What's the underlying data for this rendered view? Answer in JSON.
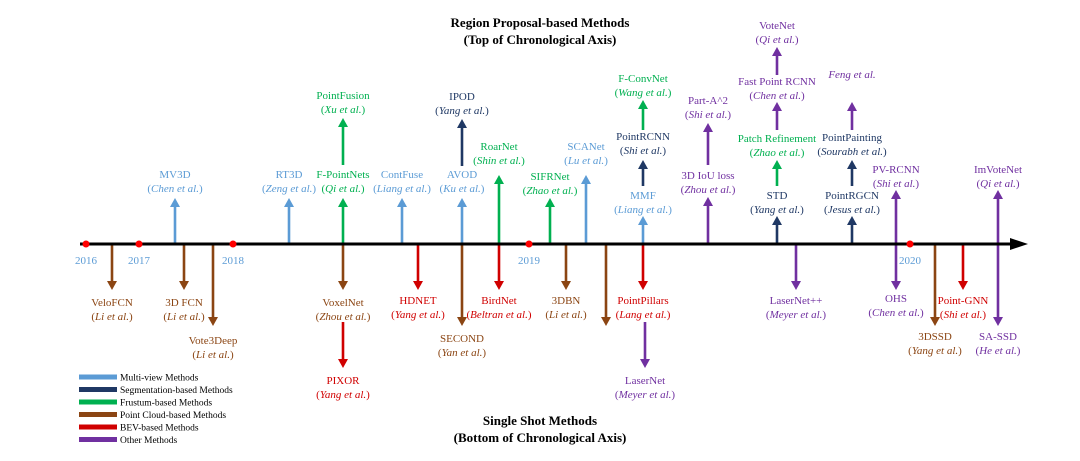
{
  "titles": {
    "top_line1": "Region Proposal-based Methods",
    "top_line2": "(Top of Chronological Axis)",
    "bottom_line1": "Single Shot Methods",
    "bottom_line2": "(Bottom of Chronological Axis)"
  },
  "years": [
    "2016",
    "2017",
    "2018",
    "2019",
    "2020"
  ],
  "colors": {
    "multiview": "#5b9bd5",
    "segmentation": "#1f3864",
    "frustum": "#00b050",
    "pointcloud": "#8b4513",
    "bev": "#d00000",
    "other": "#7030a0",
    "axis": "#000000",
    "year_dot": "#ff0000"
  },
  "legend": [
    {
      "label": "Multi-view Methods",
      "category": "multiview"
    },
    {
      "label": "Segmentation-based Methods",
      "category": "segmentation"
    },
    {
      "label": "Frustum-based Methods",
      "category": "frustum"
    },
    {
      "label": "Point Cloud-based Methods",
      "category": "pointcloud"
    },
    {
      "label": "BEV-based Methods",
      "category": "bev"
    },
    {
      "label": "Other Methods",
      "category": "other"
    }
  ],
  "methods": [
    {
      "name": "MV3D",
      "author": "Chen et al.",
      "category": "multiview"
    },
    {
      "name": "RT3D",
      "author": "Zeng et al.",
      "category": "multiview"
    },
    {
      "name": "F-PointNets",
      "author": "Qi et al.",
      "category": "frustum"
    },
    {
      "name": "PointFusion",
      "author": "Xu et al.",
      "category": "frustum"
    },
    {
      "name": "ContFuse",
      "author": "Liang et al.",
      "category": "multiview"
    },
    {
      "name": "AVOD",
      "author": "Ku et al.",
      "category": "multiview"
    },
    {
      "name": "IPOD",
      "author": "Yang et al.",
      "category": "segmentation"
    },
    {
      "name": "RoarNet",
      "author": "Shin et al.",
      "category": "frustum"
    },
    {
      "name": "SIFRNet",
      "author": "Zhao et al.",
      "category": "frustum"
    },
    {
      "name": "SCANet",
      "author": "Lu et al.",
      "category": "multiview"
    },
    {
      "name": "MMF",
      "author": "Liang et al.",
      "category": "multiview"
    },
    {
      "name": "PointRCNN",
      "author": "Shi et al.",
      "category": "segmentation"
    },
    {
      "name": "F-ConvNet",
      "author": "Wang et al.",
      "category": "frustum"
    },
    {
      "name": "3D IoU loss",
      "author": "Zhou et al.",
      "category": "other"
    },
    {
      "name": "Part-A^2",
      "author": "Shi et al.",
      "category": "other"
    },
    {
      "name": "STD",
      "author": "Yang et al.",
      "category": "segmentation"
    },
    {
      "name": "Patch Refinement",
      "author": "Zhao et al.",
      "category": "frustum"
    },
    {
      "name": "Fast Point RCNN",
      "author": "Chen et al.",
      "category": "other"
    },
    {
      "name": "VoteNet",
      "author": "Qi et al.",
      "category": "other"
    },
    {
      "name": "PointRGCN",
      "author": "Jesus et al.",
      "category": "segmentation"
    },
    {
      "name": "PointPainting",
      "author": "Sourabh et al.",
      "category": "segmentation"
    },
    {
      "name": "",
      "author": "Feng et al.",
      "category": "other"
    },
    {
      "name": "PV-RCNN",
      "author": "Shi et al.",
      "category": "other"
    },
    {
      "name": "ImVoteNet",
      "author": "Qi et al.",
      "category": "other"
    },
    {
      "name": "VeloFCN",
      "author": "Li et al.",
      "category": "pointcloud"
    },
    {
      "name": "3D FCN",
      "author": "Li et al.",
      "category": "pointcloud"
    },
    {
      "name": "Vote3Deep",
      "author": "Li et al.",
      "category": "pointcloud"
    },
    {
      "name": "VoxelNet",
      "author": "Zhou et al.",
      "category": "pointcloud"
    },
    {
      "name": "PIXOR",
      "author": "Yang et al.",
      "category": "bev"
    },
    {
      "name": "HDNET",
      "author": "Yang et al.",
      "category": "bev"
    },
    {
      "name": "SECOND",
      "author": "Yan et al.",
      "category": "pointcloud"
    },
    {
      "name": "BirdNet",
      "author": "Beltran et al.",
      "category": "bev"
    },
    {
      "name": "3DBN",
      "author": "Li et al.",
      "category": "pointcloud"
    },
    {
      "name": "",
      "author": "",
      "category": "pointcloud"
    },
    {
      "name": "PointPillars",
      "author": "Lang et al.",
      "category": "bev"
    },
    {
      "name": "LaserNet",
      "author": "Meyer et al.",
      "category": "other"
    },
    {
      "name": "LaserNet++",
      "author": "Meyer et al.",
      "category": "other"
    },
    {
      "name": "OHS",
      "author": "Chen et al.",
      "category": "other"
    },
    {
      "name": "3DSSD",
      "author": "Yang et al.",
      "category": "pointcloud"
    },
    {
      "name": "Point-GNN",
      "author": "Shi et al.",
      "category": "bev"
    },
    {
      "name": "SA-SSD",
      "author": "He et al.",
      "category": "other"
    }
  ]
}
